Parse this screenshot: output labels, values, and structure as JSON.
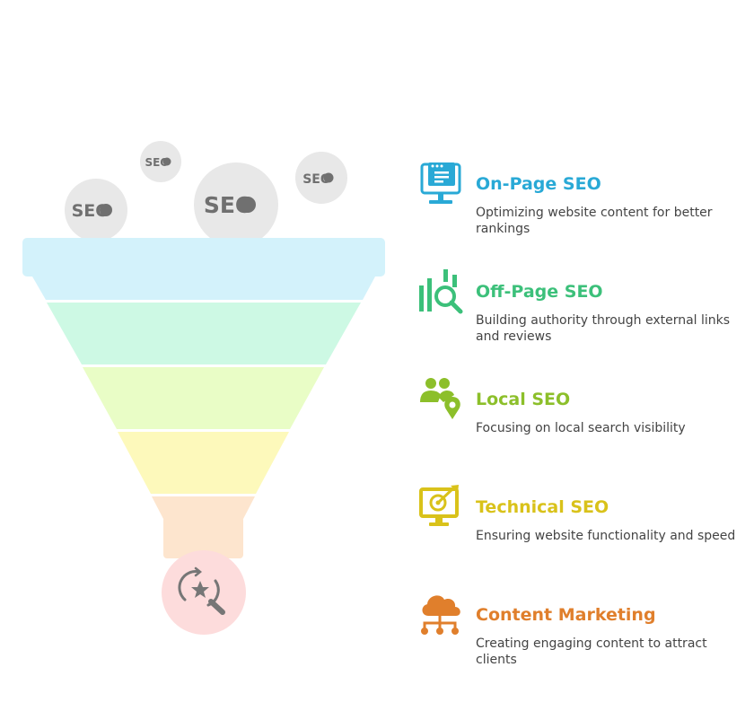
{
  "bubbles": [
    {
      "label": "SEO"
    },
    {
      "label": "SEO"
    },
    {
      "label": "SEO"
    },
    {
      "label": "SEO"
    }
  ],
  "stages": [
    {
      "title": "On-Page SEO",
      "description": "Optimizing website content for better rankings",
      "color": "#29a9d6",
      "fill": "#d3f2fb",
      "icon": "website-monitor-icon"
    },
    {
      "title": "Off-Page SEO",
      "description": "Building authority through external links and reviews",
      "color": "#3cc07a",
      "fill": "#cdf9e4",
      "icon": "chart-magnifier-icon"
    },
    {
      "title": "Local SEO",
      "description": "Focusing on local search visibility",
      "color": "#8cbf2a",
      "fill": "#e9fdc6",
      "icon": "people-location-pin-icon"
    },
    {
      "title": "Technical SEO",
      "description": "Ensuring website functionality and speed",
      "color": "#d9c21a",
      "fill": "#fdf9bb",
      "icon": "monitor-target-icon"
    },
    {
      "title": "Content Marketing",
      "description": "Creating engaging content to attract clients",
      "color": "#e07f2c",
      "fill": "#fde5ce",
      "icon": "cloud-network-icon"
    }
  ],
  "output": {
    "fill": "#fddcdc",
    "icon": "search-star-refresh-icon"
  }
}
